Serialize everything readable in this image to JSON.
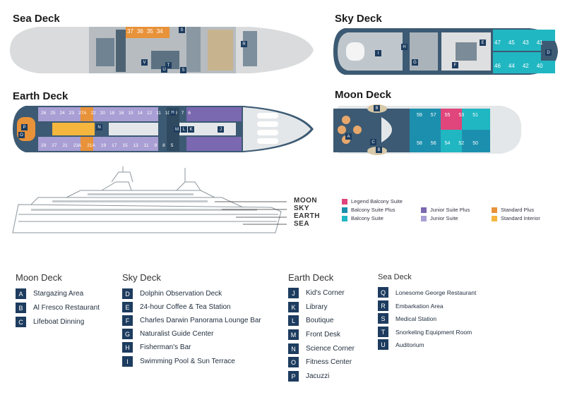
{
  "decks": {
    "sea_title": "Sea Deck",
    "sky_title": "Sky Deck",
    "earth_title": "Earth Deck",
    "moon_title": "Moon Deck"
  },
  "sea_plan": {
    "cabins": [
      "37",
      "36",
      "35",
      "34"
    ],
    "markers": [
      "S",
      "R",
      "V",
      "T",
      "U",
      "S"
    ]
  },
  "sky_plan": {
    "cabins_top": [
      "47",
      "45",
      "43",
      "41"
    ],
    "cabins_bottom": [
      "46",
      "44",
      "42",
      "40"
    ],
    "markers": [
      "I",
      "H",
      "G",
      "E",
      "F",
      "D"
    ]
  },
  "earth_plan": {
    "cabins_top": [
      "26",
      "25",
      "24",
      "23",
      "27A",
      "22",
      "20",
      "18",
      "16",
      "15",
      "14",
      "12",
      "11",
      "10",
      "9",
      "7",
      "6"
    ],
    "cabins_bottom": [
      "29",
      "27",
      "21",
      "23A",
      "21A",
      "19",
      "17",
      "15",
      "13",
      "11",
      "9",
      "8",
      "5"
    ],
    "markers": [
      "P",
      "O",
      "N",
      "H",
      "M",
      "L",
      "K",
      "J"
    ]
  },
  "moon_plan": {
    "cabins": [
      "59",
      "57",
      "55",
      "53",
      "51",
      "58",
      "56",
      "54",
      "52",
      "50"
    ],
    "markers": [
      "B",
      "A",
      "C",
      "B"
    ]
  },
  "side_levels": [
    "MOON",
    "SKY",
    "EARTH",
    "SEA"
  ],
  "legend": [
    {
      "label": "Legend Balcony Suite",
      "color": "#e0457b"
    },
    {
      "label": "Balcony Suite Plus",
      "color": "#1c8fae"
    },
    {
      "label": "Balcony Suite",
      "color": "#20b7c2"
    },
    {
      "label": "Junior Suite Plus",
      "color": "#7a68b0"
    },
    {
      "label": "Junior Suite",
      "color": "#a99fd4"
    },
    {
      "label": "Standard Plus",
      "color": "#e8923a"
    },
    {
      "label": "Standard Interior",
      "color": "#f5b63d"
    }
  ],
  "keys": {
    "moon": {
      "title": "Moon Deck",
      "items": [
        {
          "letter": "A",
          "label": "Stargazing Area"
        },
        {
          "letter": "B",
          "label": "Al Fresco Restaurant"
        },
        {
          "letter": "C",
          "label": "Lifeboat Dinning"
        }
      ]
    },
    "sky": {
      "title": "Sky Deck",
      "items": [
        {
          "letter": "D",
          "label": "Dolphin Observation Deck"
        },
        {
          "letter": "E",
          "label": "24-hour Coffee & Tea Station"
        },
        {
          "letter": "F",
          "label": "Charles Darwin Panorama Lounge Bar"
        },
        {
          "letter": "G",
          "label": "Naturalist Guide Center"
        },
        {
          "letter": "H",
          "label": "Fisherman's Bar"
        },
        {
          "letter": "I",
          "label": "Swimming Pool & Sun Terrace"
        }
      ]
    },
    "earth": {
      "title": "Earth Deck",
      "items": [
        {
          "letter": "J",
          "label": "Kid's Corner"
        },
        {
          "letter": "K",
          "label": "Library"
        },
        {
          "letter": "L",
          "label": "Boutique"
        },
        {
          "letter": "M",
          "label": "Front Desk"
        },
        {
          "letter": "N",
          "label": "Science Corner"
        },
        {
          "letter": "O",
          "label": "Fitness Center"
        },
        {
          "letter": "P",
          "label": "Jacuzzi"
        }
      ]
    },
    "sea": {
      "title": "Sea Deck",
      "items": [
        {
          "letter": "Q",
          "label": "Lonesome George Restaurant"
        },
        {
          "letter": "R",
          "label": "Embarkation Area"
        },
        {
          "letter": "S",
          "label": "Medical Station"
        },
        {
          "letter": "T",
          "label": "Snorkeling Equipment Room"
        },
        {
          "letter": "U",
          "label": "Auditorium"
        }
      ]
    }
  }
}
